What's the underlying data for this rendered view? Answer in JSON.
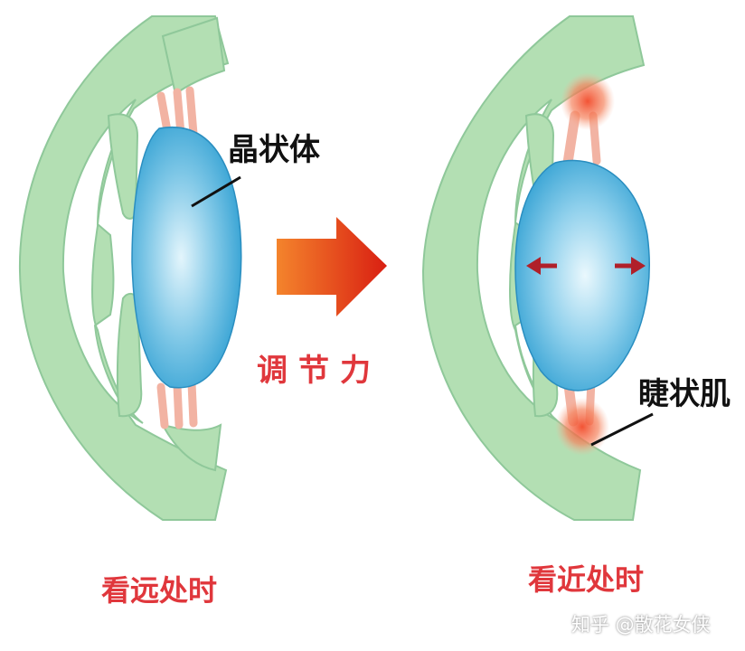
{
  "labels": {
    "lens": "晶状体",
    "ciliary_muscle": "睫状肌",
    "accommodation": "调节力"
  },
  "captions": {
    "far": "看远处时",
    "near": "看近处时"
  },
  "watermark": "知乎 @散花女侠",
  "colors": {
    "eye_wall": "#b3dfb3",
    "eye_outline": "#8fc89a",
    "lens": "#2f9fd2",
    "lens_highlight": "#d8f1fb",
    "zonule": "#f2b3a3",
    "ciliary_contracted": "#f26b4a",
    "arrow": "#e8401c",
    "caption_red": "#e0373c",
    "label_black": "#111111"
  }
}
